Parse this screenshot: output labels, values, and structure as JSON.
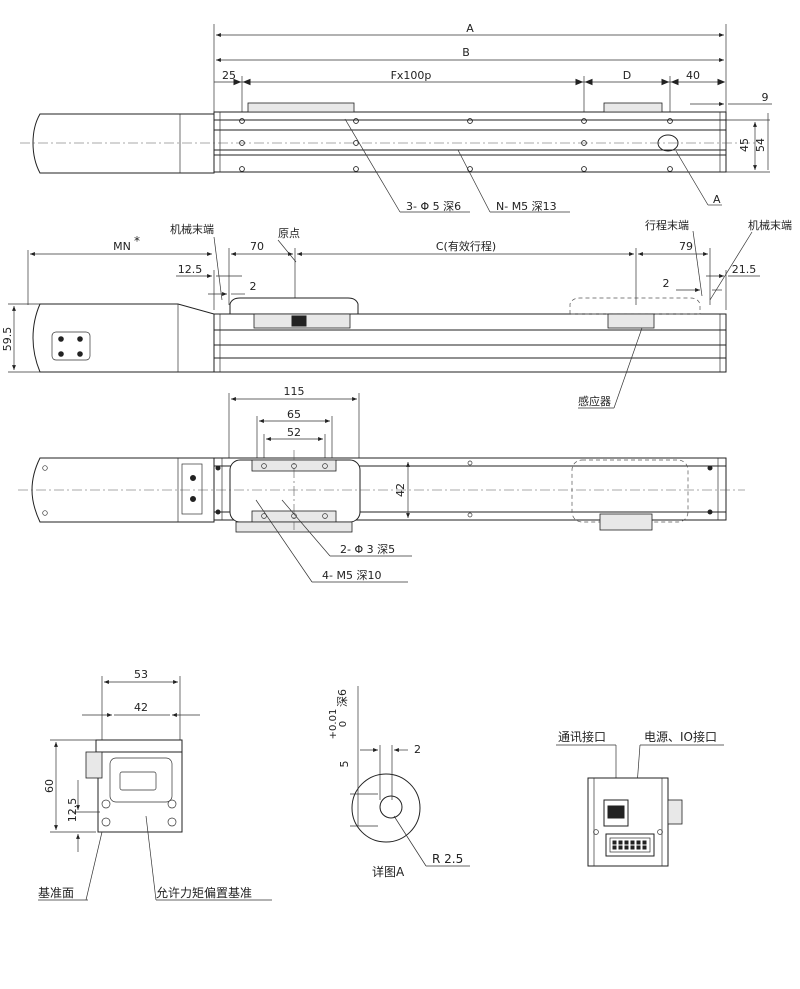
{
  "top_view": {
    "dims": {
      "a": "A",
      "b": "B",
      "d25": "25",
      "fx": "Fx100p",
      "d": "D",
      "d40": "40",
      "d9": "9",
      "d45": "45",
      "d54": "54"
    },
    "callouts": {
      "holes": "3- Φ 5 深6",
      "tapped": "N- M5 深13",
      "detail": "A"
    }
  },
  "side_view": {
    "dims": {
      "mn": "MN",
      "mn_star": "*",
      "d70": "70",
      "stroke": "C(有效行程)",
      "d79": "79",
      "d12_5": "12.5",
      "d2_left": "2",
      "d2_right": "2",
      "d21_5": "21.5",
      "d59_5": "59.5"
    },
    "labels": {
      "mech_end_left": "机械末端",
      "origin": "原点",
      "stroke_end": "行程末端",
      "mech_end_right": "机械末端",
      "sensor": "感应器"
    }
  },
  "plan_view": {
    "dims": {
      "d115": "115",
      "d65": "65",
      "d52": "52",
      "d42": "42"
    },
    "callouts": {
      "pin_holes": "2- Φ 3 深5",
      "tapped": "4- M5 深10"
    }
  },
  "end_view": {
    "dims": {
      "d53": "53",
      "d42": "42",
      "d60": "60",
      "d12_5": "12.5"
    },
    "labels": {
      "datum": "基准面",
      "moment_datum": "允许力矩偏置基准"
    }
  },
  "detail_a": {
    "dims": {
      "depth": "5",
      "tol_upper": "+0.01",
      "tol_lower": "0",
      "depth_suffix": "深6",
      "width": "2",
      "radius": "R 2.5"
    },
    "title": "详图A"
  },
  "motor_end_view": {
    "labels": {
      "comm_port": "通讯接口",
      "power_io": "电源、IO接口"
    }
  }
}
